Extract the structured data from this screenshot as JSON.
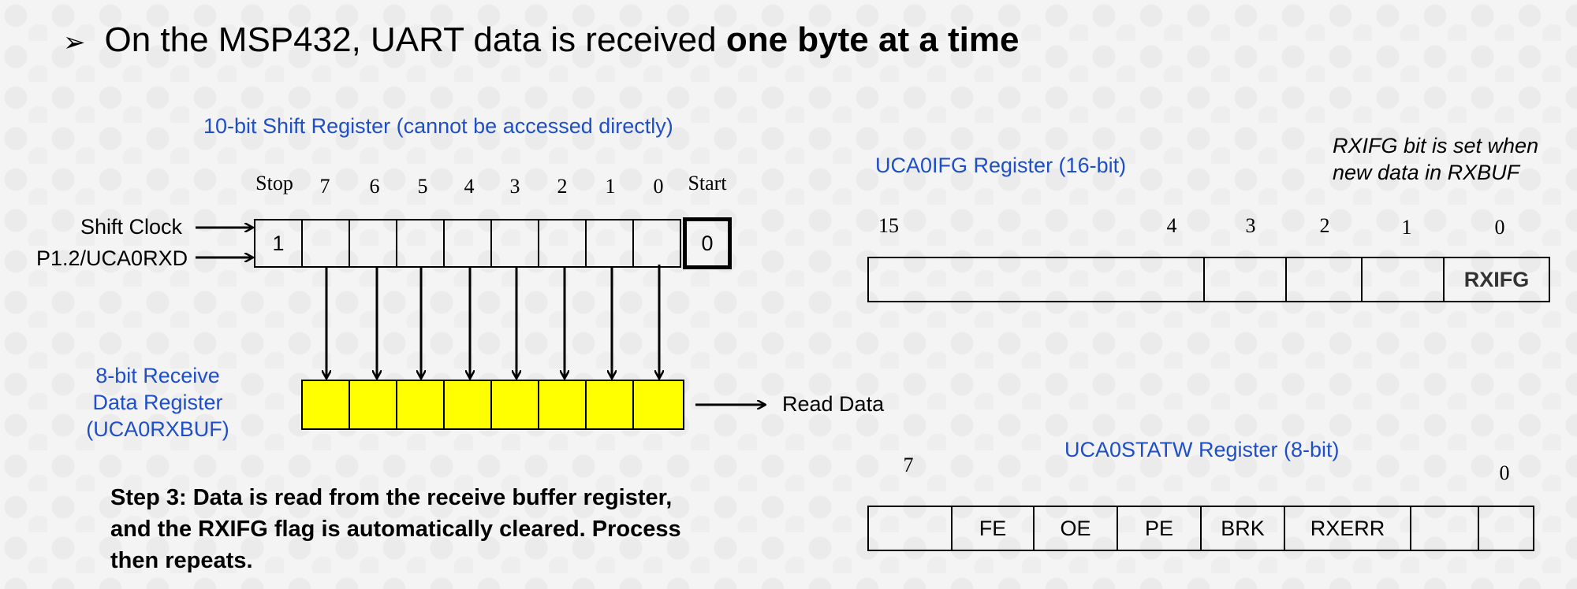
{
  "headline": {
    "bullet": "➢",
    "prefix": "On the MSP432, UART data is received ",
    "emphasis": "one byte at a time"
  },
  "shift_register": {
    "title": "10-bit Shift Register (cannot be accessed directly)",
    "bit_labels": [
      "Stop",
      "7",
      "6",
      "5",
      "4",
      "3",
      "2",
      "1",
      "0",
      "Start"
    ],
    "cells": [
      "1",
      "",
      "",
      "",
      "",
      "",
      "",
      "",
      "",
      "0"
    ],
    "input_shift_clock": "Shift Clock",
    "input_rxd": "P1.2/UCA0RXD"
  },
  "receive_register": {
    "label_lines": [
      "8-bit Receive",
      "Data Register",
      "(UCA0RXBUF)"
    ],
    "output_label": "Read Data"
  },
  "ifg_register": {
    "title": "UCA0IFG Register (16-bit)",
    "note_lines": [
      "RXIFG bit is set when",
      "new data in RXBUF"
    ],
    "bit_labels": [
      "15",
      "4",
      "3",
      "2",
      "1",
      "0"
    ],
    "cells": [
      "",
      "",
      "",
      "",
      "RXIFG"
    ]
  },
  "statw_register": {
    "title": "UCA0STATW Register (8-bit)",
    "bit_labels": [
      "7",
      "0"
    ],
    "cells": [
      "",
      "FE",
      "OE",
      "PE",
      "BRK",
      "RXERR",
      "",
      ""
    ]
  },
  "step_note": "Step 3:  Data is read from the receive buffer register, and the RXIFG flag is automatically cleared.  Process then repeats.",
  "colors": {
    "label_blue": "#1f4fc7",
    "buffer_fill": "#ffff00"
  }
}
